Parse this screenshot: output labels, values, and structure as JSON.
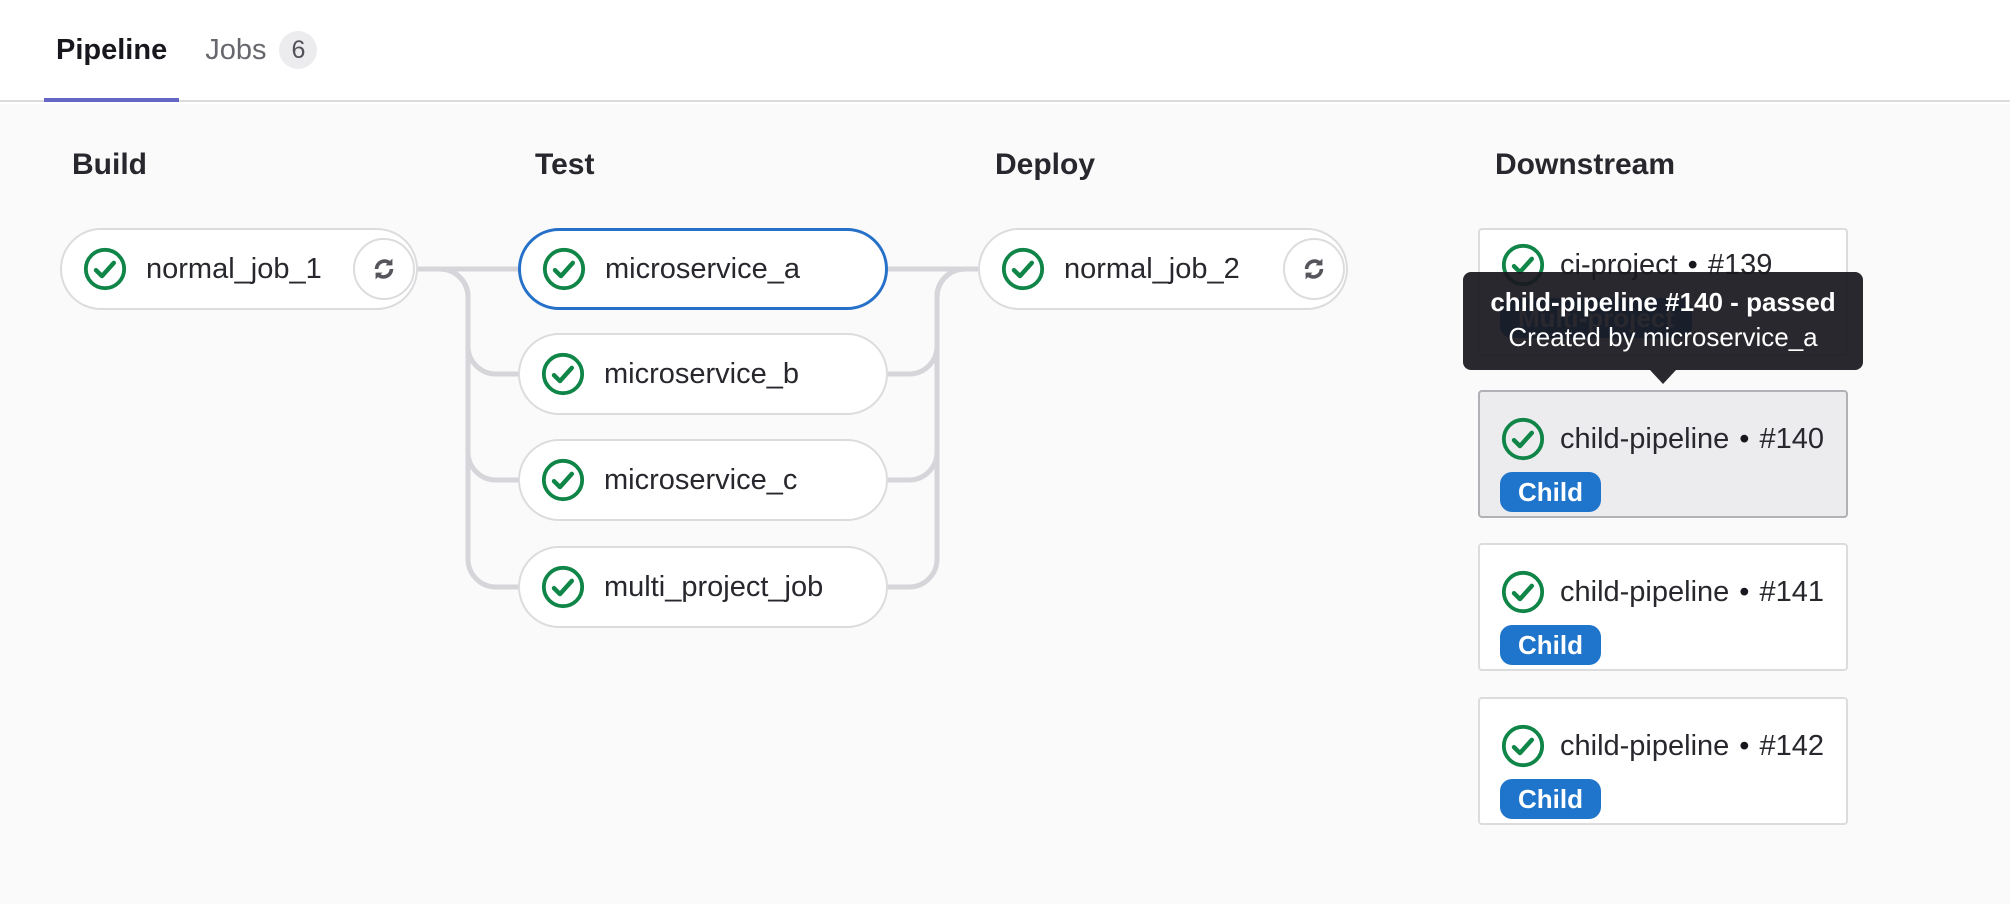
{
  "header": {
    "tabs": [
      {
        "label": "Pipeline",
        "active": true
      },
      {
        "label": "Jobs",
        "count": "6"
      }
    ]
  },
  "stages": {
    "build": {
      "title": "Build",
      "job": {
        "name": "normal_job_1",
        "status": "passed",
        "action": "retry"
      }
    },
    "test": {
      "title": "Test",
      "jobs": [
        {
          "name": "microservice_a",
          "status": "passed",
          "highlighted": true
        },
        {
          "name": "microservice_b",
          "status": "passed"
        },
        {
          "name": "microservice_c",
          "status": "passed"
        },
        {
          "name": "multi_project_job",
          "status": "passed"
        }
      ]
    },
    "deploy": {
      "title": "Deploy",
      "job": {
        "name": "normal_job_2",
        "status": "passed",
        "action": "retry"
      }
    },
    "downstream": {
      "title": "Downstream",
      "separator": "•",
      "pipelines": [
        {
          "name": "ci-project",
          "number": "#139",
          "badge": "Multi-project",
          "status": "passed"
        },
        {
          "name": "child-pipeline",
          "number": "#140",
          "badge": "Child",
          "status": "passed",
          "hovered": true
        },
        {
          "name": "child-pipeline",
          "number": "#141",
          "badge": "Child",
          "status": "passed"
        },
        {
          "name": "child-pipeline",
          "number": "#142",
          "badge": "Child",
          "status": "passed"
        }
      ]
    }
  },
  "tooltip": {
    "title": "child-pipeline #140 - passed",
    "subtitle": "Created by microservice_a"
  },
  "colors": {
    "success_green": "#108548",
    "highlight_border_blue": "#2570c8",
    "badge_blue": "#1f75cb",
    "tab_indicator_indigo": "#6666c4",
    "tooltip_bg": "#19181e",
    "hovered_card_bg": "#ececef",
    "link_line_gray": "#d6d5d9",
    "content_bg": "#fafafa"
  }
}
